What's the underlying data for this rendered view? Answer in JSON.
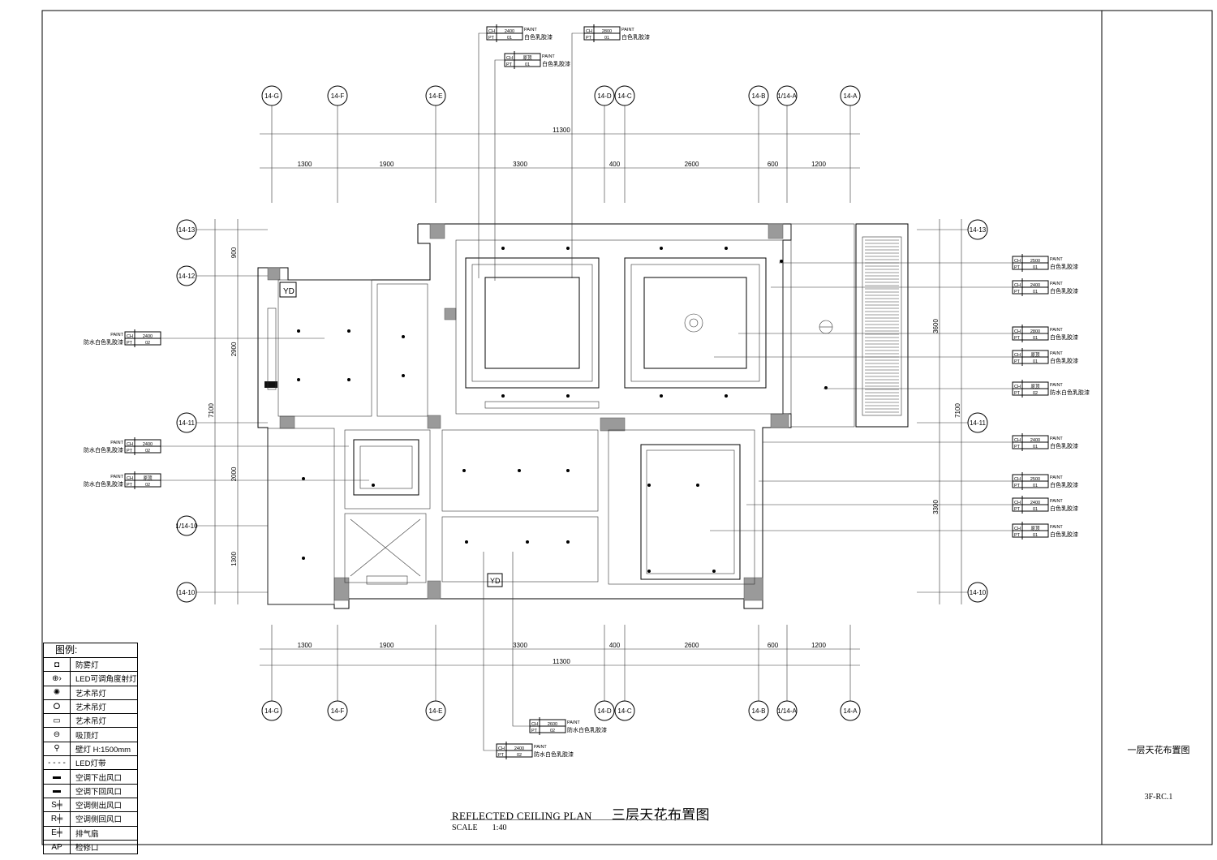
{
  "drawing": {
    "title_en": "REFLECTED CEILING PLAN",
    "title_cn": "三层天花布置图",
    "scale_label": "SCALE",
    "scale_value": "1:40",
    "sheet_name": "一层天花布置图",
    "sheet_code": "3F-RC.1"
  },
  "axes": {
    "columns": [
      "14-G",
      "14-F",
      "14-E",
      "14-D",
      "14-C",
      "14-B",
      "1/14-A",
      "14-A"
    ],
    "rows": [
      "14-13",
      "14-12",
      "14-11",
      "1/14-10",
      "14-10"
    ],
    "horizontal_dims": [
      "1300",
      "1900",
      "3300",
      "400",
      "2600",
      "600",
      "1200"
    ],
    "horizontal_total": "11300",
    "vertical_dims_left": [
      "900",
      "2900",
      "2000",
      "1300"
    ],
    "vertical_total": "7100",
    "vertical_dims_right": [
      "3600",
      "3300"
    ]
  },
  "room_marks": {
    "yd": "YD"
  },
  "tags": [
    {
      "ch": "2400",
      "pt": "01",
      "paint": "PAINT",
      "desc": "白色乳胶漆"
    },
    {
      "ch": "2800",
      "pt": "01",
      "paint": "PAINT",
      "desc": "白色乳胶漆"
    },
    {
      "ch": "原顶",
      "pt": "01",
      "paint": "PAINT",
      "desc": "白色乳胶漆"
    },
    {
      "ch": "2500",
      "pt": "01",
      "paint": "PAINT",
      "desc": "白色乳胶漆"
    },
    {
      "ch": "2400",
      "pt": "01",
      "paint": "PAINT",
      "desc": "白色乳胶漆"
    },
    {
      "ch": "2800",
      "pt": "01",
      "paint": "PAINT",
      "desc": "白色乳胶漆"
    },
    {
      "ch": "原顶",
      "pt": "01",
      "paint": "PAINT",
      "desc": "白色乳胶漆"
    },
    {
      "ch": "原顶",
      "pt": "02",
      "paint": "PAINT",
      "desc": "防水白色乳胶漆"
    },
    {
      "ch": "2400",
      "pt": "01",
      "paint": "PAINT",
      "desc": "白色乳胶漆"
    },
    {
      "ch": "2500",
      "pt": "01",
      "paint": "PAINT",
      "desc": "白色乳胶漆"
    },
    {
      "ch": "2400",
      "pt": "01",
      "paint": "PAINT",
      "desc": "白色乳胶漆"
    },
    {
      "ch": "原顶",
      "pt": "01",
      "paint": "PAINT",
      "desc": "白色乳胶漆"
    },
    {
      "ch": "2400",
      "pt": "02",
      "paint": "PAINT",
      "desc": "防水白色乳胶漆"
    },
    {
      "ch": "2400",
      "pt": "02",
      "paint": "PAINT",
      "desc": "防水白色乳胶漆"
    },
    {
      "ch": "原顶",
      "pt": "02",
      "paint": "PAINT",
      "desc": "防水白色乳胶漆"
    },
    {
      "ch": "2600",
      "pt": "02",
      "paint": "PAINT",
      "desc": "防水白色乳胶漆"
    },
    {
      "ch": "2400",
      "pt": "02",
      "paint": "PAINT",
      "desc": "防水白色乳胶漆"
    }
  ],
  "tag_keys": {
    "ch": "CH",
    "pt": "PT"
  },
  "legend": {
    "title": "图例:",
    "items": [
      {
        "icon": "square-dot",
        "label": "防雾灯"
      },
      {
        "icon": "spot-arrow",
        "label": "LED可调角度射灯"
      },
      {
        "icon": "chandelier",
        "label": "艺术吊灯"
      },
      {
        "icon": "pendant",
        "label": "艺术吊灯"
      },
      {
        "icon": "bar-lamp",
        "label": "艺术吊灯"
      },
      {
        "icon": "ceiling-lamp",
        "label": "吸顶灯"
      },
      {
        "icon": "wall-lamp",
        "label": "壁灯  H:1500mm"
      },
      {
        "icon": "led-strip",
        "label": "LED灯带"
      },
      {
        "icon": "ac-supply",
        "label": "空调下出风口"
      },
      {
        "icon": "ac-return",
        "label": "空调下回风口"
      },
      {
        "icon": "ac-side-supply",
        "label": "空调侧出风口"
      },
      {
        "icon": "ac-side-return",
        "label": "空调侧回风口"
      },
      {
        "icon": "exhaust-fan",
        "label": "排气扇"
      },
      {
        "icon": "access-panel",
        "label": "检修口"
      }
    ]
  }
}
